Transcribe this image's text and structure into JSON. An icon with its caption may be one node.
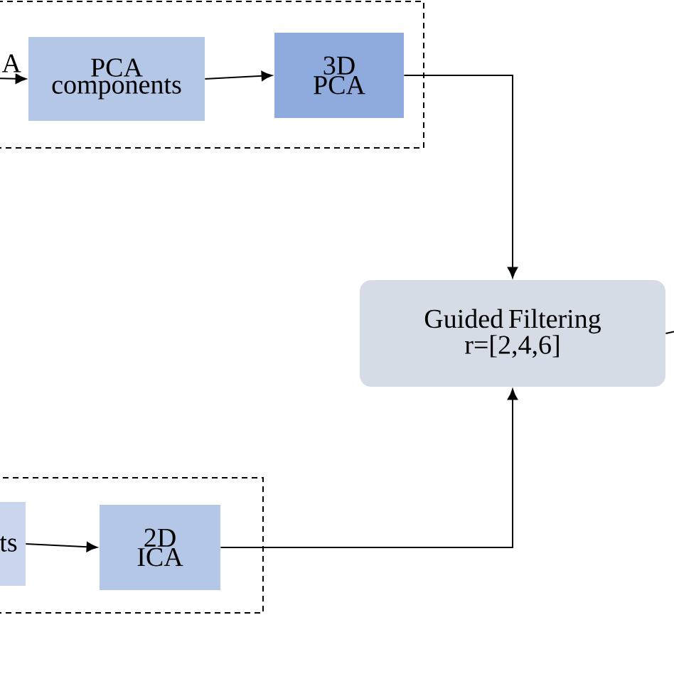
{
  "diagram": {
    "nodes": [
      {
        "text": [],
        "shape": "box"
      },
      {
        "text": [
          "PCA components"
        ],
        "in": 0
      },
      {
        "text": [
          "3D PCA"
        ],
        "in": 0
      },
      {
        "text": [],
        "shape": "box"
      },
      {
        "text": [
          "ts"
        ],
        "in": 3
      },
      {
        "text": [
          "2D ICA"
        ],
        "in": 3
      },
      {
        "text": [
          "Guided Filtering r=[2,4,6]"
        ]
      }
    ],
    "edges": [
      {
        "from": null,
        "to": 1,
        "arrow": "to",
        "label": "A"
      },
      {
        "from": 1,
        "to": 2,
        "arrow": "to"
      },
      {
        "from": 2,
        "to": 6,
        "arrow": "to"
      },
      {
        "from": 4,
        "to": 5,
        "arrow": "to"
      },
      {
        "from": 5,
        "to": 6,
        "arrow": "to"
      },
      {
        "from": 6,
        "to": null,
        "arrow": "none"
      }
    ]
  }
}
